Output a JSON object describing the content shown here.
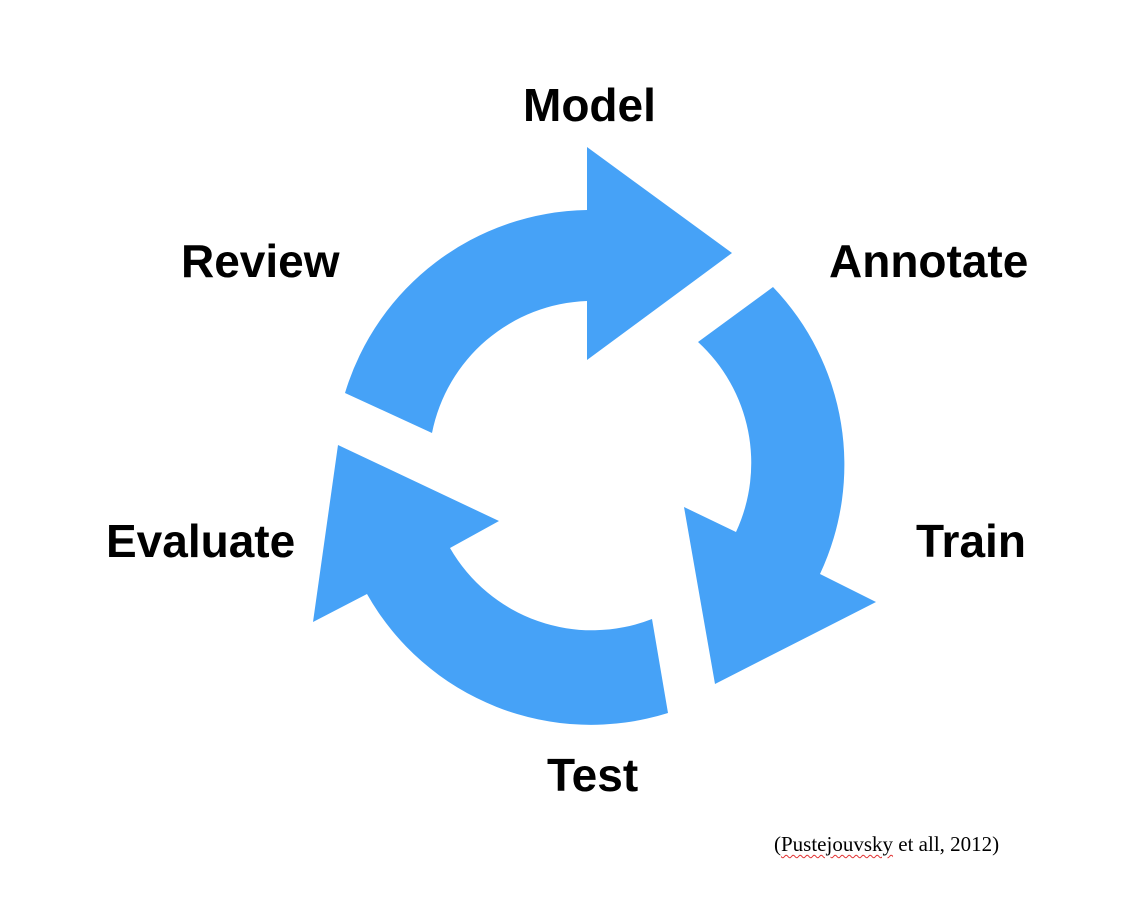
{
  "diagram": {
    "arrow_color": "#46a2f7",
    "stages": {
      "model": "Model",
      "annotate": "Annotate",
      "train": "Train",
      "test": "Test",
      "evaluate": "Evaluate",
      "review": "Review"
    },
    "arrows": [
      "cycle-arrow-top",
      "cycle-arrow-right",
      "cycle-arrow-left"
    ]
  },
  "citation": {
    "open": "(",
    "author": "Pustejouvsky",
    "rest": " et all, 2012)"
  }
}
